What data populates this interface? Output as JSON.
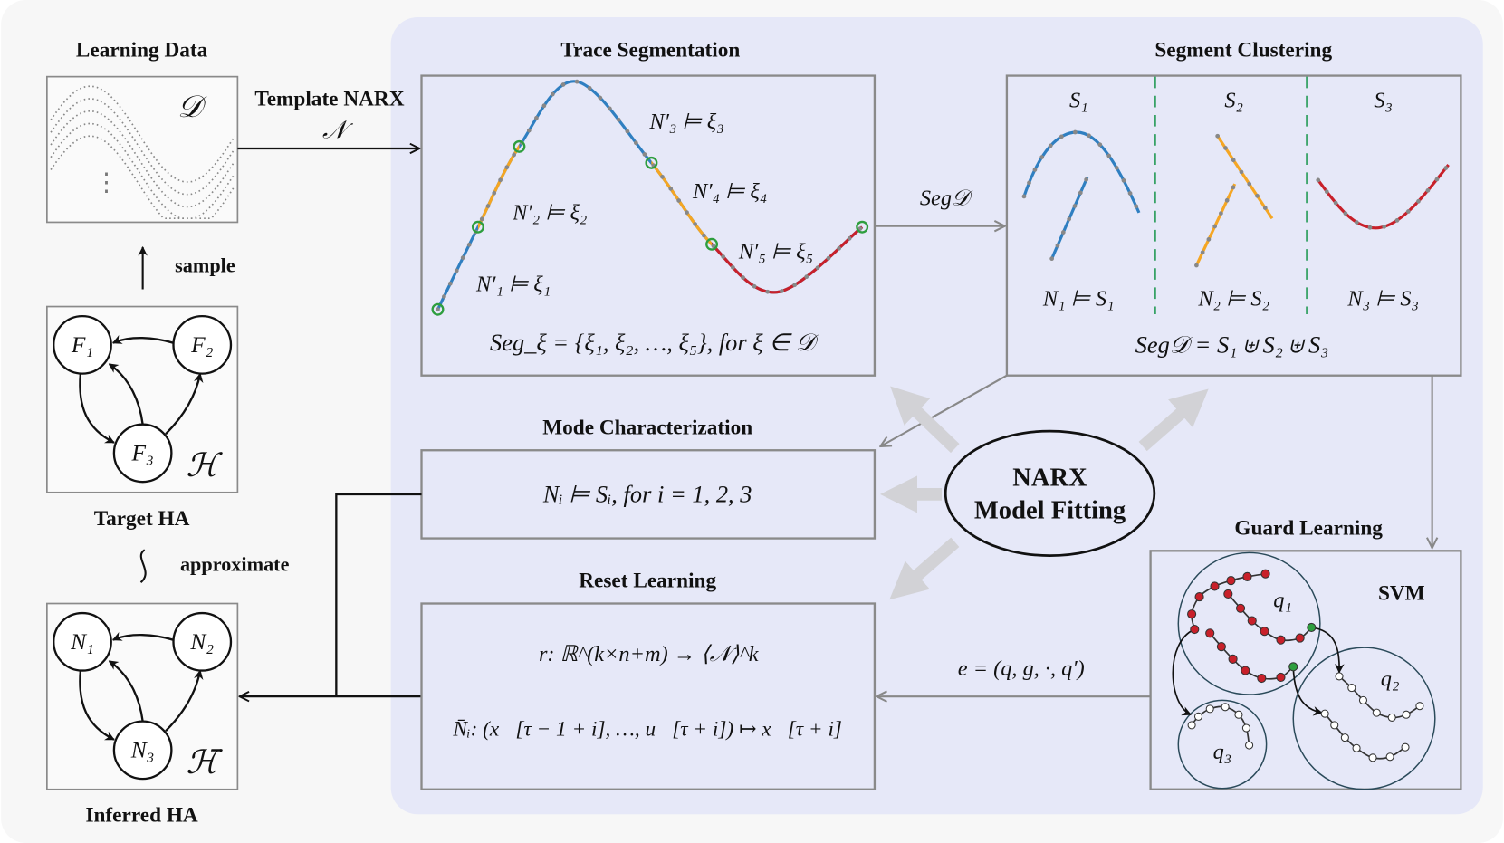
{
  "learning_data": {
    "title": "Learning Data",
    "symbol": "𝒟",
    "dots": "⋮"
  },
  "template": {
    "label": "Template NARX",
    "symbol": "𝒩"
  },
  "sample_label": "sample",
  "approximate_label": "approximate",
  "target_ha": {
    "title": "Target HA",
    "nodes": [
      "F₁",
      "F₂",
      "F₃"
    ],
    "symbol": "ℋ"
  },
  "inferred_ha": {
    "title": "Inferred HA",
    "nodes": [
      "N₁",
      "N₂",
      "N₃"
    ],
    "symbol": "ℋ̄"
  },
  "trace_segmentation": {
    "title": "Trace Segmentation",
    "labels": [
      "N′₁ ⊨ ξ₁",
      "N′₂ ⊨ ξ₂",
      "N′₃ ⊨ ξ₃",
      "N′₄ ⊨ ξ₄",
      "N′₅ ⊨ ξ₅"
    ],
    "formula": "Seg_ξ = {ξ₁, ξ₂, …, ξ₅},  for ξ ∈ 𝒟"
  },
  "seg_arrow_label": "Seg𝒟",
  "segment_clustering": {
    "title": "Segment Clustering",
    "clusters": [
      "S₁",
      "S₂",
      "S₃"
    ],
    "models": [
      "N₁ ⊨ S₁",
      "N₂ ⊨ S₂",
      "N₃ ⊨ S₃"
    ],
    "formula": "Seg𝒟 = S₁ ⊎ S₂ ⊎ S₃"
  },
  "mode_characterization": {
    "title": "Mode Characterization",
    "formula": "Nᵢ ⊨ Sᵢ,  for i = 1, 2, 3"
  },
  "narx": {
    "line1": "NARX",
    "line2": "Model Fitting"
  },
  "reset_learning": {
    "title": "Reset Learning",
    "formula1": "r: ℝ^(k×n+m) → ⟨𝒩⟩^k",
    "formula2": "N̄ᵢ: (x⃗[τ − 1 + i], …, u⃗[τ + i]) ↦ x⃗[τ + i]"
  },
  "guard_learning": {
    "title": "Guard Learning",
    "svm": "SVM",
    "modes": [
      "q₁",
      "q₂",
      "q₃"
    ]
  },
  "edge_label": "e = (q, g, ·, q′)",
  "colors": {
    "panel": "#e6e8f8",
    "blue": "#2f7fc1",
    "orange": "#f5a623",
    "red": "#c8202a",
    "green": "#2e9e3e",
    "gray_arrow": "#d2d2d6"
  }
}
